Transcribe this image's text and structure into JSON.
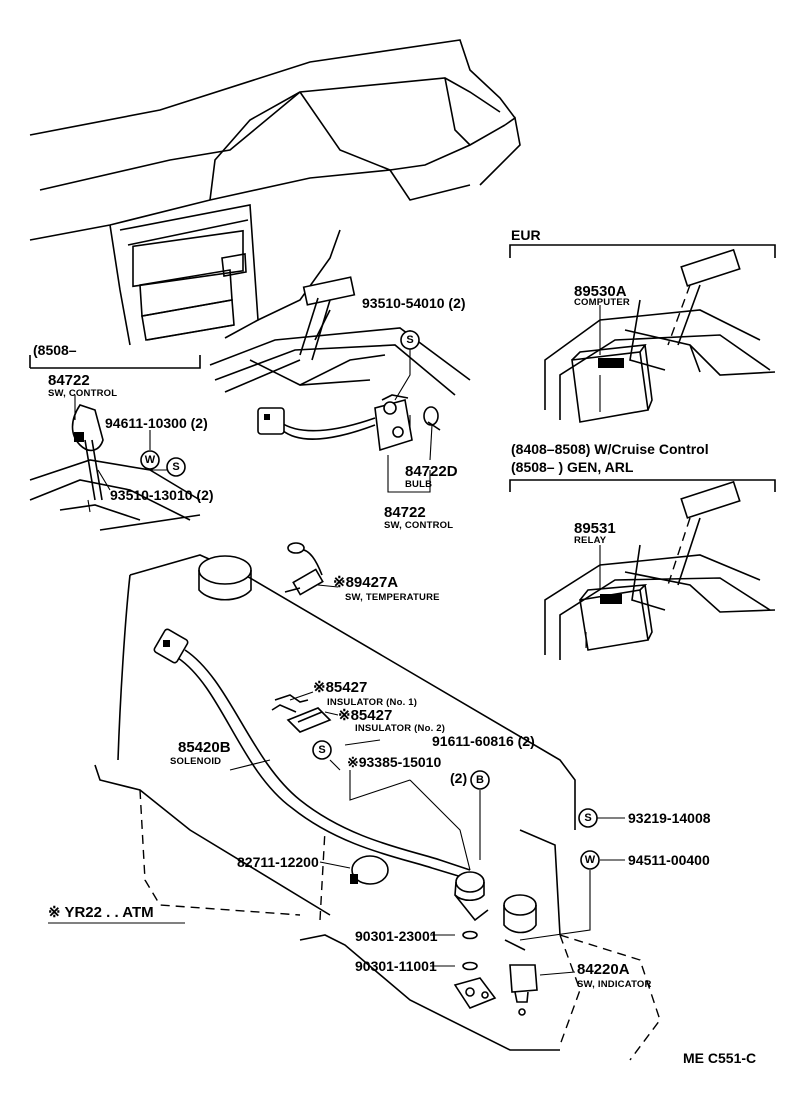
{
  "callouts": [
    {
      "id": "p84722-top",
      "number": "84722",
      "desc": "SW, CONTROL"
    },
    {
      "id": "p94611",
      "number": "94611-10300 (2)",
      "desc": ""
    },
    {
      "id": "p93510-13010",
      "number": "93510-13010 (2)",
      "desc": ""
    },
    {
      "id": "p93510-54010",
      "number": "93510-54010 (2)",
      "desc": ""
    },
    {
      "id": "p84722d",
      "number": "84722D",
      "desc": "BULB"
    },
    {
      "id": "p84722-mid",
      "number": "84722",
      "desc": "SW, CONTROL"
    },
    {
      "id": "p89530a",
      "number": "89530A",
      "desc": "COMPUTER"
    },
    {
      "id": "p89531",
      "number": "89531",
      "desc": "RELAY"
    },
    {
      "id": "p89427a",
      "number": "※89427A",
      "desc": "SW, TEMPERATURE"
    },
    {
      "id": "p85427-1",
      "number": "※85427",
      "desc": "INSULATOR (No. 1)"
    },
    {
      "id": "p85427-2",
      "number": "※85427",
      "desc": "INSULATOR (No. 2)"
    },
    {
      "id": "p91611",
      "number": "91611-60816 (2)",
      "desc": ""
    },
    {
      "id": "p85420b",
      "number": "85420B",
      "desc": "SOLENOID"
    },
    {
      "id": "p93385",
      "number": "※93385-15010",
      "desc": ""
    },
    {
      "id": "p93385qty",
      "number": "(2)",
      "desc": ""
    },
    {
      "id": "p93219",
      "number": "93219-14008",
      "desc": ""
    },
    {
      "id": "p94511",
      "number": "94511-00400",
      "desc": ""
    },
    {
      "id": "p82711",
      "number": "82711-12200",
      "desc": ""
    },
    {
      "id": "p90301-23001",
      "number": "90301-23001",
      "desc": ""
    },
    {
      "id": "p90301-11001",
      "number": "90301-11001",
      "desc": ""
    },
    {
      "id": "p84220a",
      "number": "84220A",
      "desc": "SW, INDICATOR"
    }
  ],
  "headers": {
    "from_8508_left": "(8508–",
    "eur": "EUR",
    "cruise_line1": "(8408–8508) W/Cruise Control",
    "cruise_line2": "(8508–          ) GEN, ARL"
  },
  "symbols": {
    "screw": "S",
    "washer": "W",
    "bolt": "B"
  },
  "note": "※ YR22 . . ATM",
  "diagram_code": "ME C551-C"
}
